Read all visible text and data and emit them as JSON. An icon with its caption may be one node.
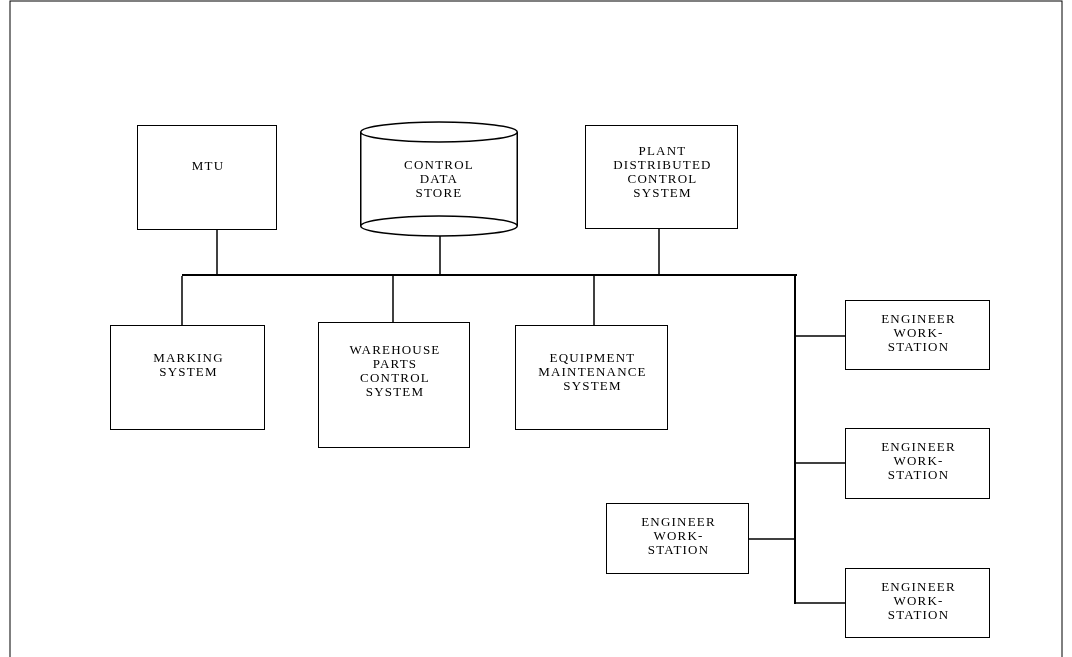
{
  "diagram": {
    "nodes": [
      {
        "text": [
          "MTU"
        ]
      },
      {
        "text": [
          "CONTROL DATA STORE"
        ]
      },
      {
        "text": [
          "PLANT DISTRIBUTED CONTROL SYSTEM"
        ]
      },
      {
        "text": [],
        "shape": "bar"
      },
      {
        "text": [
          "MARKING SYSTEM"
        ]
      },
      {
        "text": [
          "WAREHOUSE PARTS CONTROL SYSTEM"
        ]
      },
      {
        "text": [
          "EQUIPMENT MAINTENANCE SYSTEM"
        ]
      },
      {
        "text": [],
        "shape": "bar"
      },
      {
        "text": [
          "ENGINEER WORK- STATION"
        ]
      },
      {
        "text": [
          "ENGINEER WORK- STATION"
        ]
      },
      {
        "text": [
          "ENGINEER WORK- STATION"
        ]
      },
      {
        "text": [
          "ENGINEER WORK- STATION"
        ]
      }
    ],
    "edges": [
      {
        "from": 0,
        "to": 3,
        "arrow": "none"
      },
      {
        "from": 1,
        "to": 3,
        "arrow": "none"
      },
      {
        "from": 2,
        "to": 3,
        "arrow": "none"
      },
      {
        "from": 3,
        "to": 4,
        "arrow": "none"
      },
      {
        "from": 3,
        "to": 5,
        "arrow": "none"
      },
      {
        "from": 3,
        "to": 6,
        "arrow": "none"
      },
      {
        "from": 3,
        "to": 7,
        "arrow": "none"
      },
      {
        "from": 7,
        "to": 8,
        "arrow": "none"
      },
      {
        "from": 7,
        "to": 9,
        "arrow": "none"
      },
      {
        "from": 10,
        "to": 7,
        "arrow": "none"
      },
      {
        "from": 7,
        "to": 11,
        "arrow": "none"
      }
    ]
  }
}
